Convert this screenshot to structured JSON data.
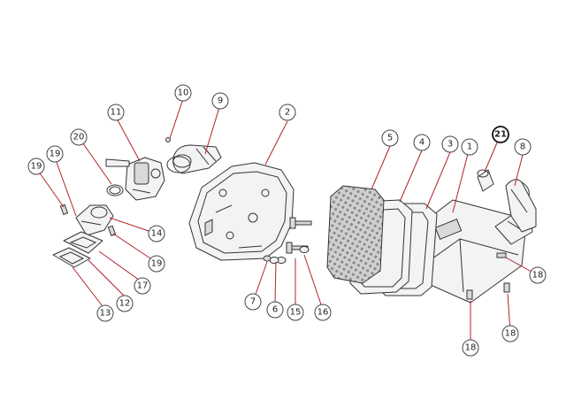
{
  "callouts": [
    {
      "label": "1"
    },
    {
      "label": "2"
    },
    {
      "label": "3"
    },
    {
      "label": "4"
    },
    {
      "label": "5"
    },
    {
      "label": "6"
    },
    {
      "label": "7"
    },
    {
      "label": "8"
    },
    {
      "label": "9"
    },
    {
      "label": "10"
    },
    {
      "label": "11"
    },
    {
      "label": "12"
    },
    {
      "label": "13"
    },
    {
      "label": "14"
    },
    {
      "label": "15"
    },
    {
      "label": "16"
    },
    {
      "label": "17"
    },
    {
      "label": "18"
    },
    {
      "label": "18"
    },
    {
      "label": "18"
    },
    {
      "label": "19"
    },
    {
      "label": "19"
    },
    {
      "label": "19"
    },
    {
      "label": "20"
    },
    {
      "label": "21"
    }
  ]
}
